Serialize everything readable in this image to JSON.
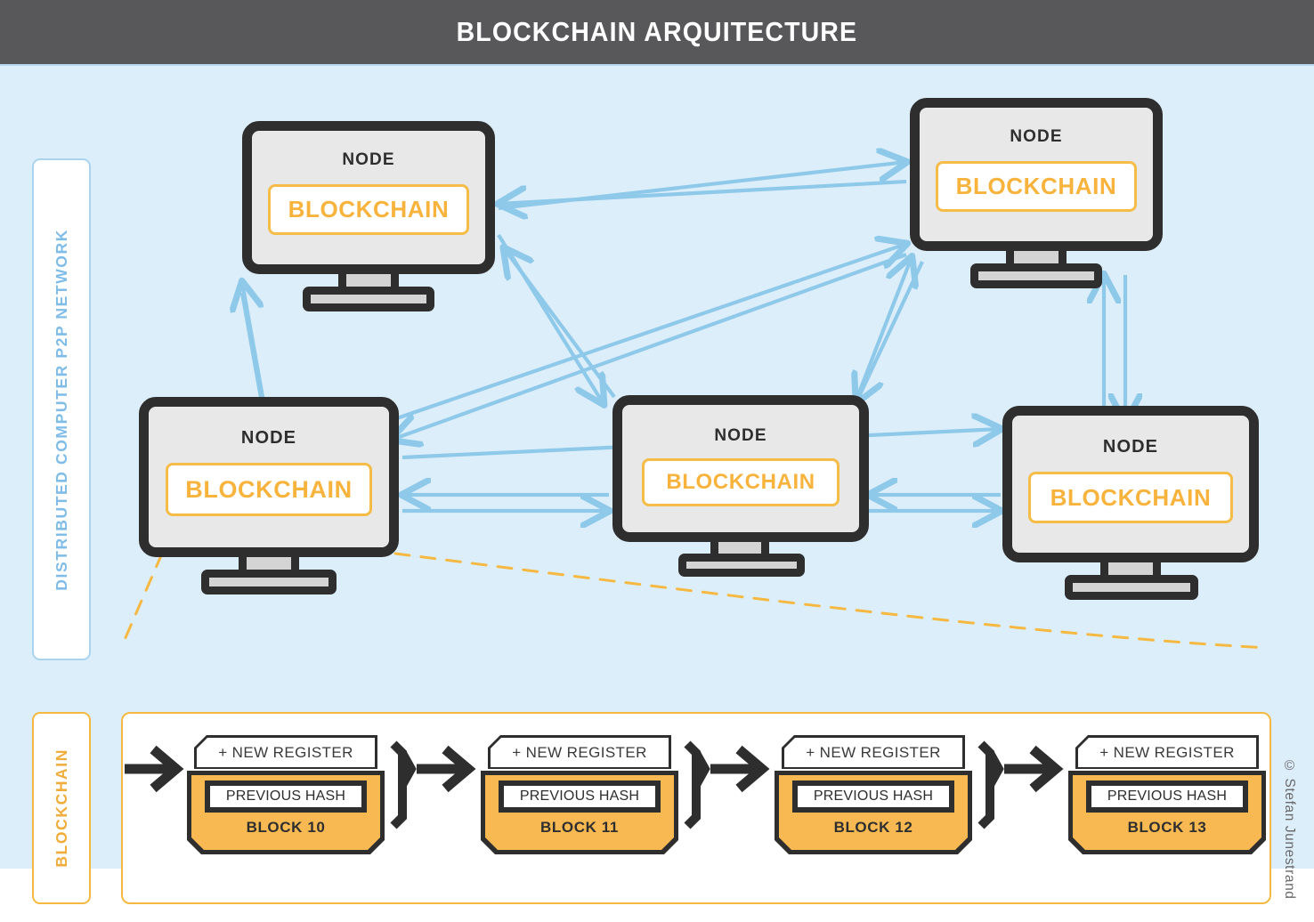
{
  "header": {
    "title": "BLOCKCHAIN ARQUITECTURE"
  },
  "sidebar": {
    "network_label": "DISTRIBUTED COMPUTER P2P NETWORK",
    "blockchain_label": "BLOCKCHAIN"
  },
  "credit": "© Stefan Junestrand",
  "colors": {
    "title_bar": "#58585A",
    "canvas_bg": "#DDEEFB",
    "accent_orange": "#F8B33D",
    "block_orange": "#F8B952",
    "arrow_blue": "#8FC9EA",
    "label_blue": "#7FBDE8",
    "dark": "#2E2E2E",
    "screen_gray": "#E8E8E8"
  },
  "network": {
    "nodes": [
      {
        "id": "node-top-left",
        "title": "NODE",
        "chain": "BLOCKCHAIN"
      },
      {
        "id": "node-top-right",
        "title": "NODE",
        "chain": "BLOCKCHAIN"
      },
      {
        "id": "node-bottom-left",
        "title": "NODE",
        "chain": "BLOCKCHAIN"
      },
      {
        "id": "node-middle",
        "title": "NODE",
        "chain": "BLOCKCHAIN"
      },
      {
        "id": "node-bottom-right",
        "title": "NODE",
        "chain": "BLOCKCHAIN"
      }
    ]
  },
  "blockchain": {
    "new_register_label": "+ NEW REGISTER",
    "previous_hash_label": "PREVIOUS HASH",
    "blocks": [
      {
        "name": "BLOCK 10",
        "new_register": "+ NEW REGISTER",
        "previous_hash": "PREVIOUS HASH"
      },
      {
        "name": "BLOCK 11",
        "new_register": "+ NEW REGISTER",
        "previous_hash": "PREVIOUS HASH"
      },
      {
        "name": "BLOCK 12",
        "new_register": "+ NEW REGISTER",
        "previous_hash": "PREVIOUS HASH"
      },
      {
        "name": "BLOCK 13",
        "new_register": "+ NEW REGISTER",
        "previous_hash": "PREVIOUS HASH"
      }
    ]
  }
}
